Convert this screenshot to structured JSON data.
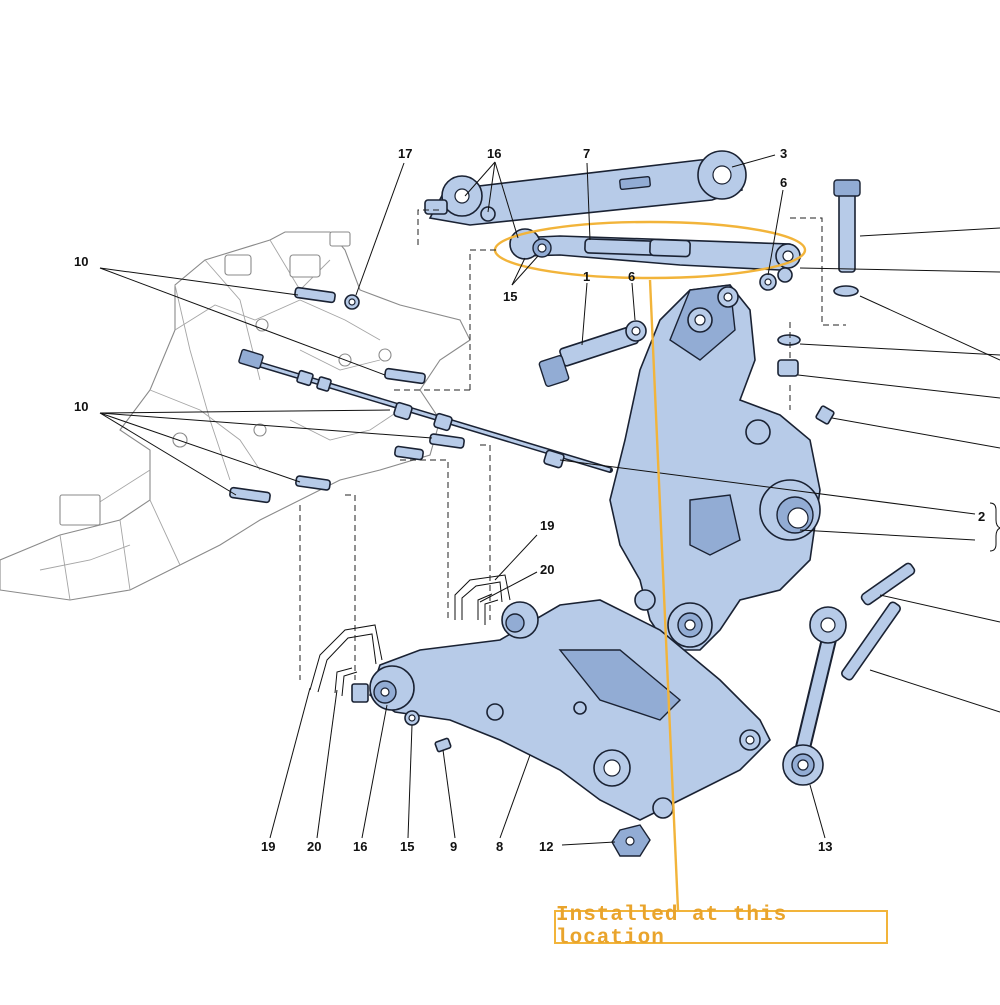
{
  "diagram": {
    "callout_text": "Installed at this location",
    "accent_color": "#f2b43a",
    "part_fill": "#b7cbe8",
    "labels": {
      "n17": "17",
      "n16a": "16",
      "n7": "7",
      "n3": "3",
      "n6": "6",
      "n10a": "10",
      "n10b": "10",
      "n15a": "15",
      "n1": "1",
      "n6b": "6",
      "n19a": "19",
      "n20a": "20",
      "n2": "2",
      "n19b": "19",
      "n20b": "20",
      "n16b": "16",
      "n15b": "15",
      "n9": "9",
      "n8": "8",
      "n12": "12",
      "n13": "13"
    }
  }
}
